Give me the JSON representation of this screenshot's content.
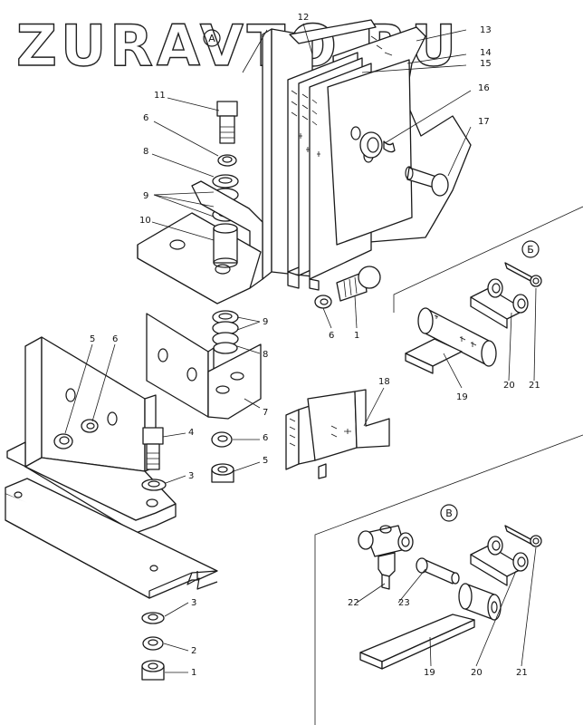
{
  "watermark": "ZURAVTO.RU",
  "view_marks": {
    "a": "А",
    "b": "Б",
    "v": "В"
  },
  "callouts": {
    "c12": "12",
    "c13": "13",
    "c14": "14",
    "c15": "15",
    "c16": "16",
    "c17": "17",
    "c11": "11",
    "c6a": "6",
    "c8a": "8",
    "c9a": "9",
    "c10": "10",
    "c6b": "6",
    "c1a": "1",
    "c9b": "9",
    "c8b": "8",
    "c7": "7",
    "c5a": "5",
    "c6c": "6",
    "c4": "4",
    "c6d": "6",
    "c5b": "5",
    "c3a": "3",
    "c3b": "3",
    "c2": "2",
    "c1b": "1",
    "c18": "18",
    "c19a": "19",
    "c20a": "20",
    "c21a": "21",
    "c22": "22",
    "c23": "23",
    "c19b": "19",
    "c20b": "20",
    "c21b": "21"
  }
}
